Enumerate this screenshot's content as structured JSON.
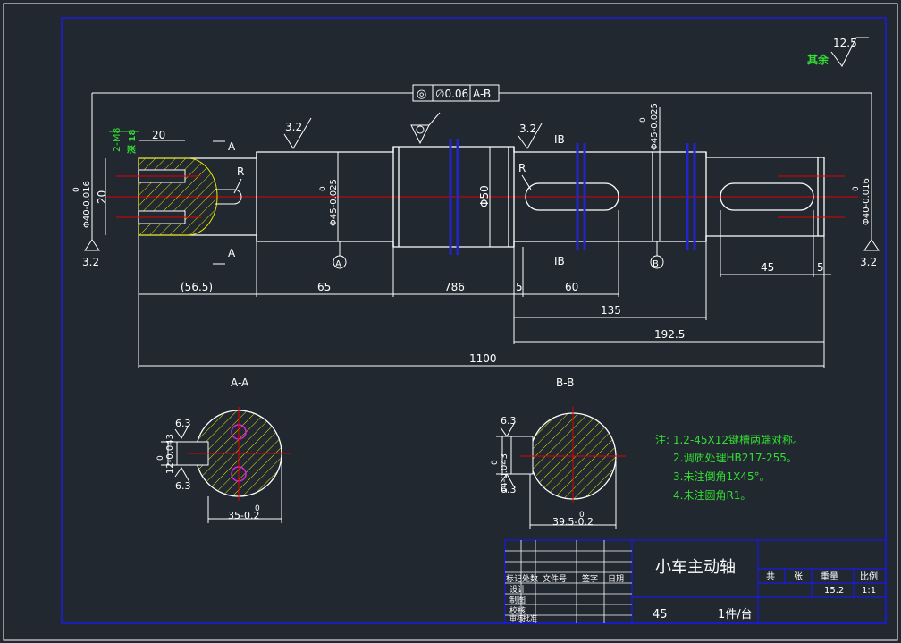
{
  "roughness": {
    "label": "其余",
    "value": "12.5"
  },
  "runout": {
    "symbol": "◎",
    "value": "∅0.06",
    "datum": "A-B"
  },
  "surface_marks": {
    "left_end": "3.2",
    "right_end": "3.2",
    "shaft_a": "3.2",
    "shaft_b": "3.2",
    "keyway_a": "6.3",
    "keyway_a2": "6.3",
    "keyway_b": "6.3",
    "keyway_b2": "6.3"
  },
  "thread": {
    "size": "2-M8",
    "depth": "深 18"
  },
  "dims_vertical": {
    "left_end": "Φ40-0.016",
    "left_end_tol": "0",
    "bore": "20",
    "journal_a": "Φ45-0.025",
    "journal_a_tol": "0",
    "collar": "Φ50",
    "journal_b": "Φ45-0.025",
    "journal_b_tol": "0",
    "right_end": "Φ40-0.016",
    "right_end_tol": "0"
  },
  "dims_horizontal": {
    "d20": "20",
    "d56_5": "(56.5)",
    "d65": "65",
    "d786": "786",
    "d5a": "5",
    "d60": "60",
    "d135": "135",
    "d192_5": "192.5",
    "d1100": "1100",
    "d45": "45",
    "d5b": "5"
  },
  "labels": {
    "section_a_top": "A",
    "section_a_bottom": "A",
    "section_b_top": "IB",
    "section_b_bottom": "IB",
    "datum_a": "A",
    "datum_b": "B",
    "fillet_a": "R",
    "fillet_b": "R"
  },
  "sections": {
    "aa": {
      "title": "A-A",
      "width": "35-0.2",
      "width_tol": "0",
      "key": "12-0.043",
      "key_tol": "0"
    },
    "bb": {
      "title": "B-B",
      "width": "39.5-0.2",
      "width_tol": "0",
      "key": "14-0.043",
      "key_tol": "0"
    }
  },
  "notes": {
    "line1": "注: 1.2-45X12键槽两端对称。",
    "line2": "2.调质处理HB217-255。",
    "line3": "3.未注倒角1X45°。",
    "line4": "4.未注圆角R1。"
  },
  "title_block": {
    "part_name": "小车主动轴",
    "material": "45",
    "quantity": "1件/台",
    "col_shared": "共",
    "col_sheet": "张",
    "col_weight": "重量",
    "col_scale": "比例",
    "weight": "15.2",
    "scale": "1:1",
    "hdr_mark": "标记",
    "hdr_count": "处数",
    "hdr_docno": "文件号",
    "hdr_sign": "签字",
    "hdr_date": "日期",
    "row1": "设计",
    "row2": "制图",
    "row3": "校核",
    "row4": "审核",
    "row5": "批准"
  },
  "colors": {
    "background": "#212830",
    "frame": "#1a1ae0",
    "outline": "#ffffff",
    "dimension": "#ffffff",
    "centerline": "#e00000",
    "hatch": "#e6e600",
    "notes": "#33dd33",
    "magenta": "#e020e0"
  }
}
